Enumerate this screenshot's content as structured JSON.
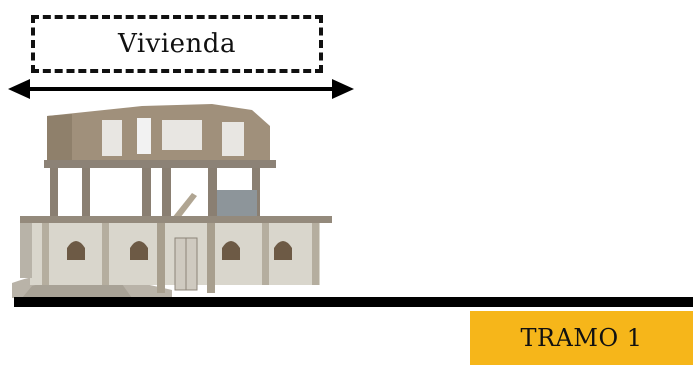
{
  "labels": {
    "top_label": "Vivienda",
    "segment_label": "TRAMO 1"
  },
  "icons": {
    "span_arrow": "double-headed-arrow-icon",
    "building": "house-under-construction-photo"
  },
  "colors": {
    "segment_fill": "#f6b61a",
    "line": "#000000"
  }
}
